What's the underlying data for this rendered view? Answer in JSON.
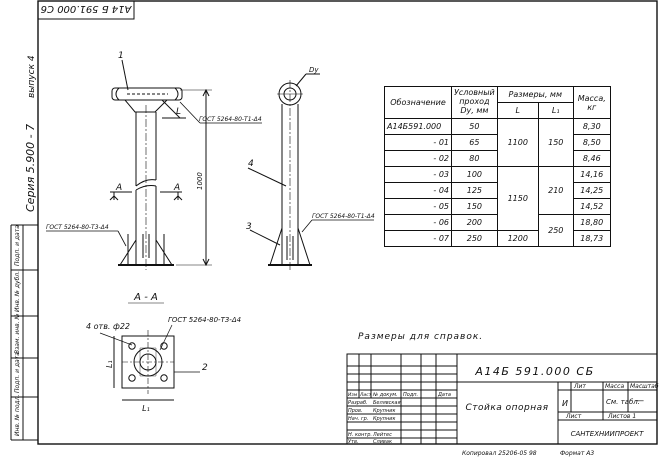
{
  "doc_code_top": "А14 Б 591.000 С6",
  "left_margin": {
    "series": "Серия 5.900 - 7",
    "issue": "выпуск 4",
    "stamp_labels": [
      "Подп. и дата",
      "Инв. № дубл.",
      "Взам. инв. №",
      "Подп. и дата",
      "Инв. № подл."
    ]
  },
  "drawing": {
    "item_1": "1",
    "item_2": "2",
    "item_3": "3",
    "item_4": "4",
    "dim_L": "L",
    "dim_L1": "L₁",
    "dim_Dy": "Dу",
    "dim_1000": "1000",
    "section_mark_a": "A",
    "section_title": "A - A",
    "weld_1": "ГОСТ 5264-80-Т1-Δ4",
    "weld_2": "ГОСТ 5264-80-Т3-Δ4",
    "weld_3": "ГОСТ 5264-80-Т1-Δ4",
    "weld_4": "ГОСТ 5264-80-Т3-Δ4",
    "holes": "4 отв. ф22"
  },
  "spec_table": {
    "headers": {
      "designation": "Обозначение",
      "bore": "Условный проход",
      "bore_unit": "Dу, мм",
      "sizes": "Размеры, мм",
      "L": "L",
      "L1": "L₁",
      "mass": "Масса, кг"
    },
    "rows": [
      {
        "designation": "А14Б591.000",
        "dy": "50",
        "L": "",
        "L1": "",
        "mass": "8,30"
      },
      {
        "designation": "- 01",
        "dy": "65",
        "L": "1100",
        "L1": "150",
        "mass": "8,50"
      },
      {
        "designation": "- 02",
        "dy": "80",
        "L": "",
        "L1": "",
        "mass": "8,46"
      },
      {
        "designation": "- 03",
        "dy": "100",
        "L": "",
        "L1": "",
        "mass": "14,16"
      },
      {
        "designation": "- 04",
        "dy": "125",
        "L": "1150",
        "L1": "210",
        "mass": "14,25"
      },
      {
        "designation": "- 05",
        "dy": "150",
        "L": "",
        "L1": "",
        "mass": "14,52"
      },
      {
        "designation": "- 06",
        "dy": "200",
        "L": "",
        "L1": "250",
        "mass": "18,80"
      },
      {
        "designation": "- 07",
        "dy": "250",
        "L": "1200",
        "L1": "",
        "mass": "18,73"
      }
    ]
  },
  "note": "Размеры для справок.",
  "title_block": {
    "doc_code": "А14Б 591.000 СБ",
    "name": "Стойка опорная",
    "lit_header": "Лит",
    "mass_header": "Масса",
    "scale_header": "Масштаб",
    "lit_value": "И",
    "mass_value": "См. табл.",
    "scale_value": "—",
    "sheet": "Лист",
    "sheets": "Листов 1",
    "org": "САНТЕХНИИПРОЕКТ",
    "col_headers": [
      "Изм",
      "Лист",
      "№ докум.",
      "Подп.",
      "Дата"
    ],
    "roles": [
      {
        "role": "Разраб.",
        "name": "Белявская"
      },
      {
        "role": "Пров.",
        "name": "Крупник"
      },
      {
        "role": "Нач. гр.",
        "name": "Крупник"
      },
      {
        "role": "Н. контр.",
        "name": "Лейтес"
      },
      {
        "role": "Утв.",
        "name": "Сливак"
      }
    ]
  },
  "copy_note": "Копировал 25206-05  98",
  "format_note": "Формат А3"
}
